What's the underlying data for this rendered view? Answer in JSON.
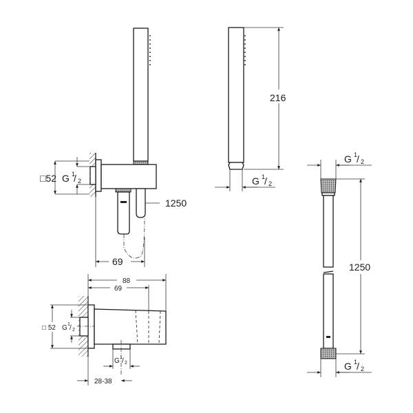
{
  "drawing": {
    "type": "technical-dimension-drawing",
    "units": "mm",
    "background": "#ffffff",
    "line_color": "#1a1a1a"
  },
  "view_wall_outlet_with_handshower": {
    "label_square": "□52",
    "label_thread": "G",
    "thread_num": "1",
    "thread_den": "2",
    "hose_length": "1250",
    "projection": "69"
  },
  "view_handshower": {
    "height": "216",
    "thread": "G",
    "thread_num": "1",
    "thread_den": "2"
  },
  "view_hose": {
    "length": "1250",
    "top_thread": "G",
    "top_num": "1",
    "top_den": "2",
    "bottom_thread": "G",
    "bottom_num": "1",
    "bottom_den": "2"
  },
  "view_wall_outlet_detail": {
    "overall_depth": "88",
    "outlet_depth": "69",
    "label_square": "□ 52",
    "wall_thread": "G",
    "wall_num": "1",
    "wall_den": "2",
    "outlet_thread": "G",
    "outlet_num": "1",
    "outlet_den": "2",
    "install_range": "28-38"
  }
}
